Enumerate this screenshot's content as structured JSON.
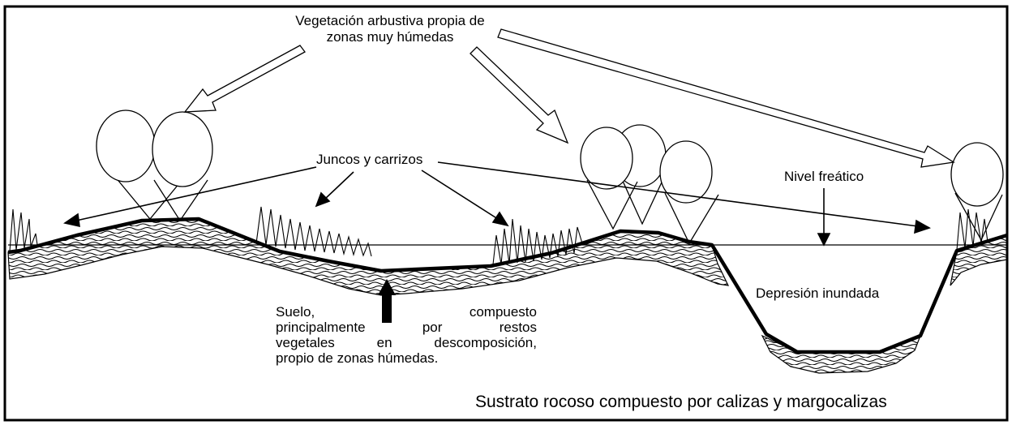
{
  "labels": {
    "vegetacion_line1": "Vegetación arbustiva  propia de",
    "vegetacion_line2": "zonas muy húmedas",
    "juncos": "Juncos y carrizos",
    "nivel_freatico": "Nivel freático",
    "depresion": "Depresión inundada",
    "sustrato": "Sustrato rocoso compuesto por calizas y margocalizas",
    "suelo": {
      "line1_a": "Suelo,",
      "line1_b": "compuesto",
      "line2_a": "principalmente",
      "line2_b": "por",
      "line2_c": "restos",
      "line3_a": "vegetales",
      "line3_b": "en",
      "line3_c": "descomposición,",
      "line4": "propio de zonas húmedas."
    }
  },
  "colors": {
    "ink": "#000000",
    "background": "#ffffff"
  }
}
